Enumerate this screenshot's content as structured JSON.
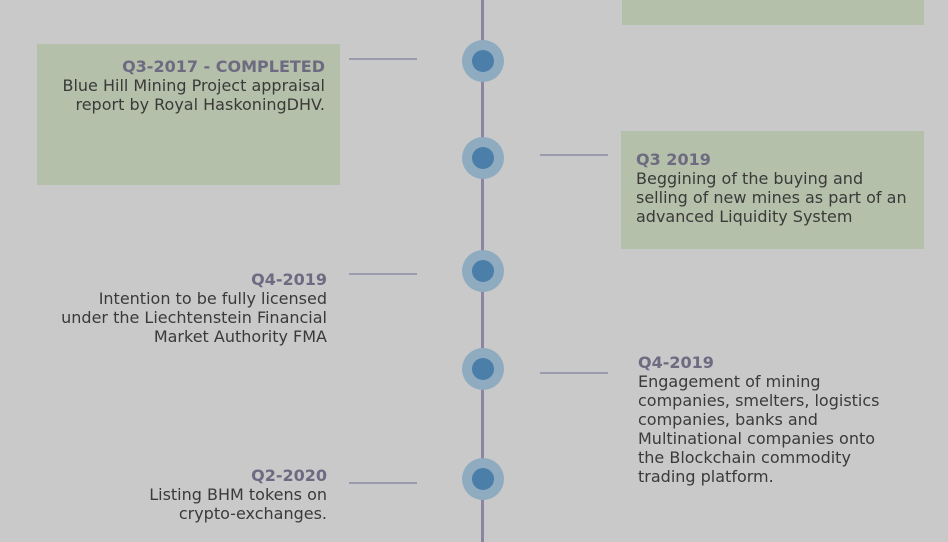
{
  "milestones": [
    {
      "label": "Q3-2017 - COMPLETED",
      "description": "Blue Hill Mining Project appraisal report by Royal HaskoningDHV.",
      "highlighted": true
    },
    {
      "label": "Q3 2019",
      "description": "Beggining of the buying and selling of new mines as part of an advanced Liquidity System",
      "highlighted": true
    },
    {
      "label": "Q4-2019",
      "description": "Intention to be fully licensed under the Liechtenstein Financial Market Authority FMA",
      "highlighted": false
    },
    {
      "label": "Q4-2019",
      "description": "Engagement of mining companies, smelters, logistics companies, banks and Multinational companies onto the Blockchain commodity trading platform.",
      "highlighted": false
    },
    {
      "label": "Q2-2020",
      "description": "Listing BHM tokens on crypto-exchanges.",
      "highlighted": false
    }
  ],
  "colors": {
    "background": "#c9c9c9",
    "card_highlight": "#b4c0a9",
    "axis": "#8a86a0",
    "node_outer": "#8fabc0",
    "node_inner": "#4b7ea8",
    "label": "#6e6a82"
  }
}
